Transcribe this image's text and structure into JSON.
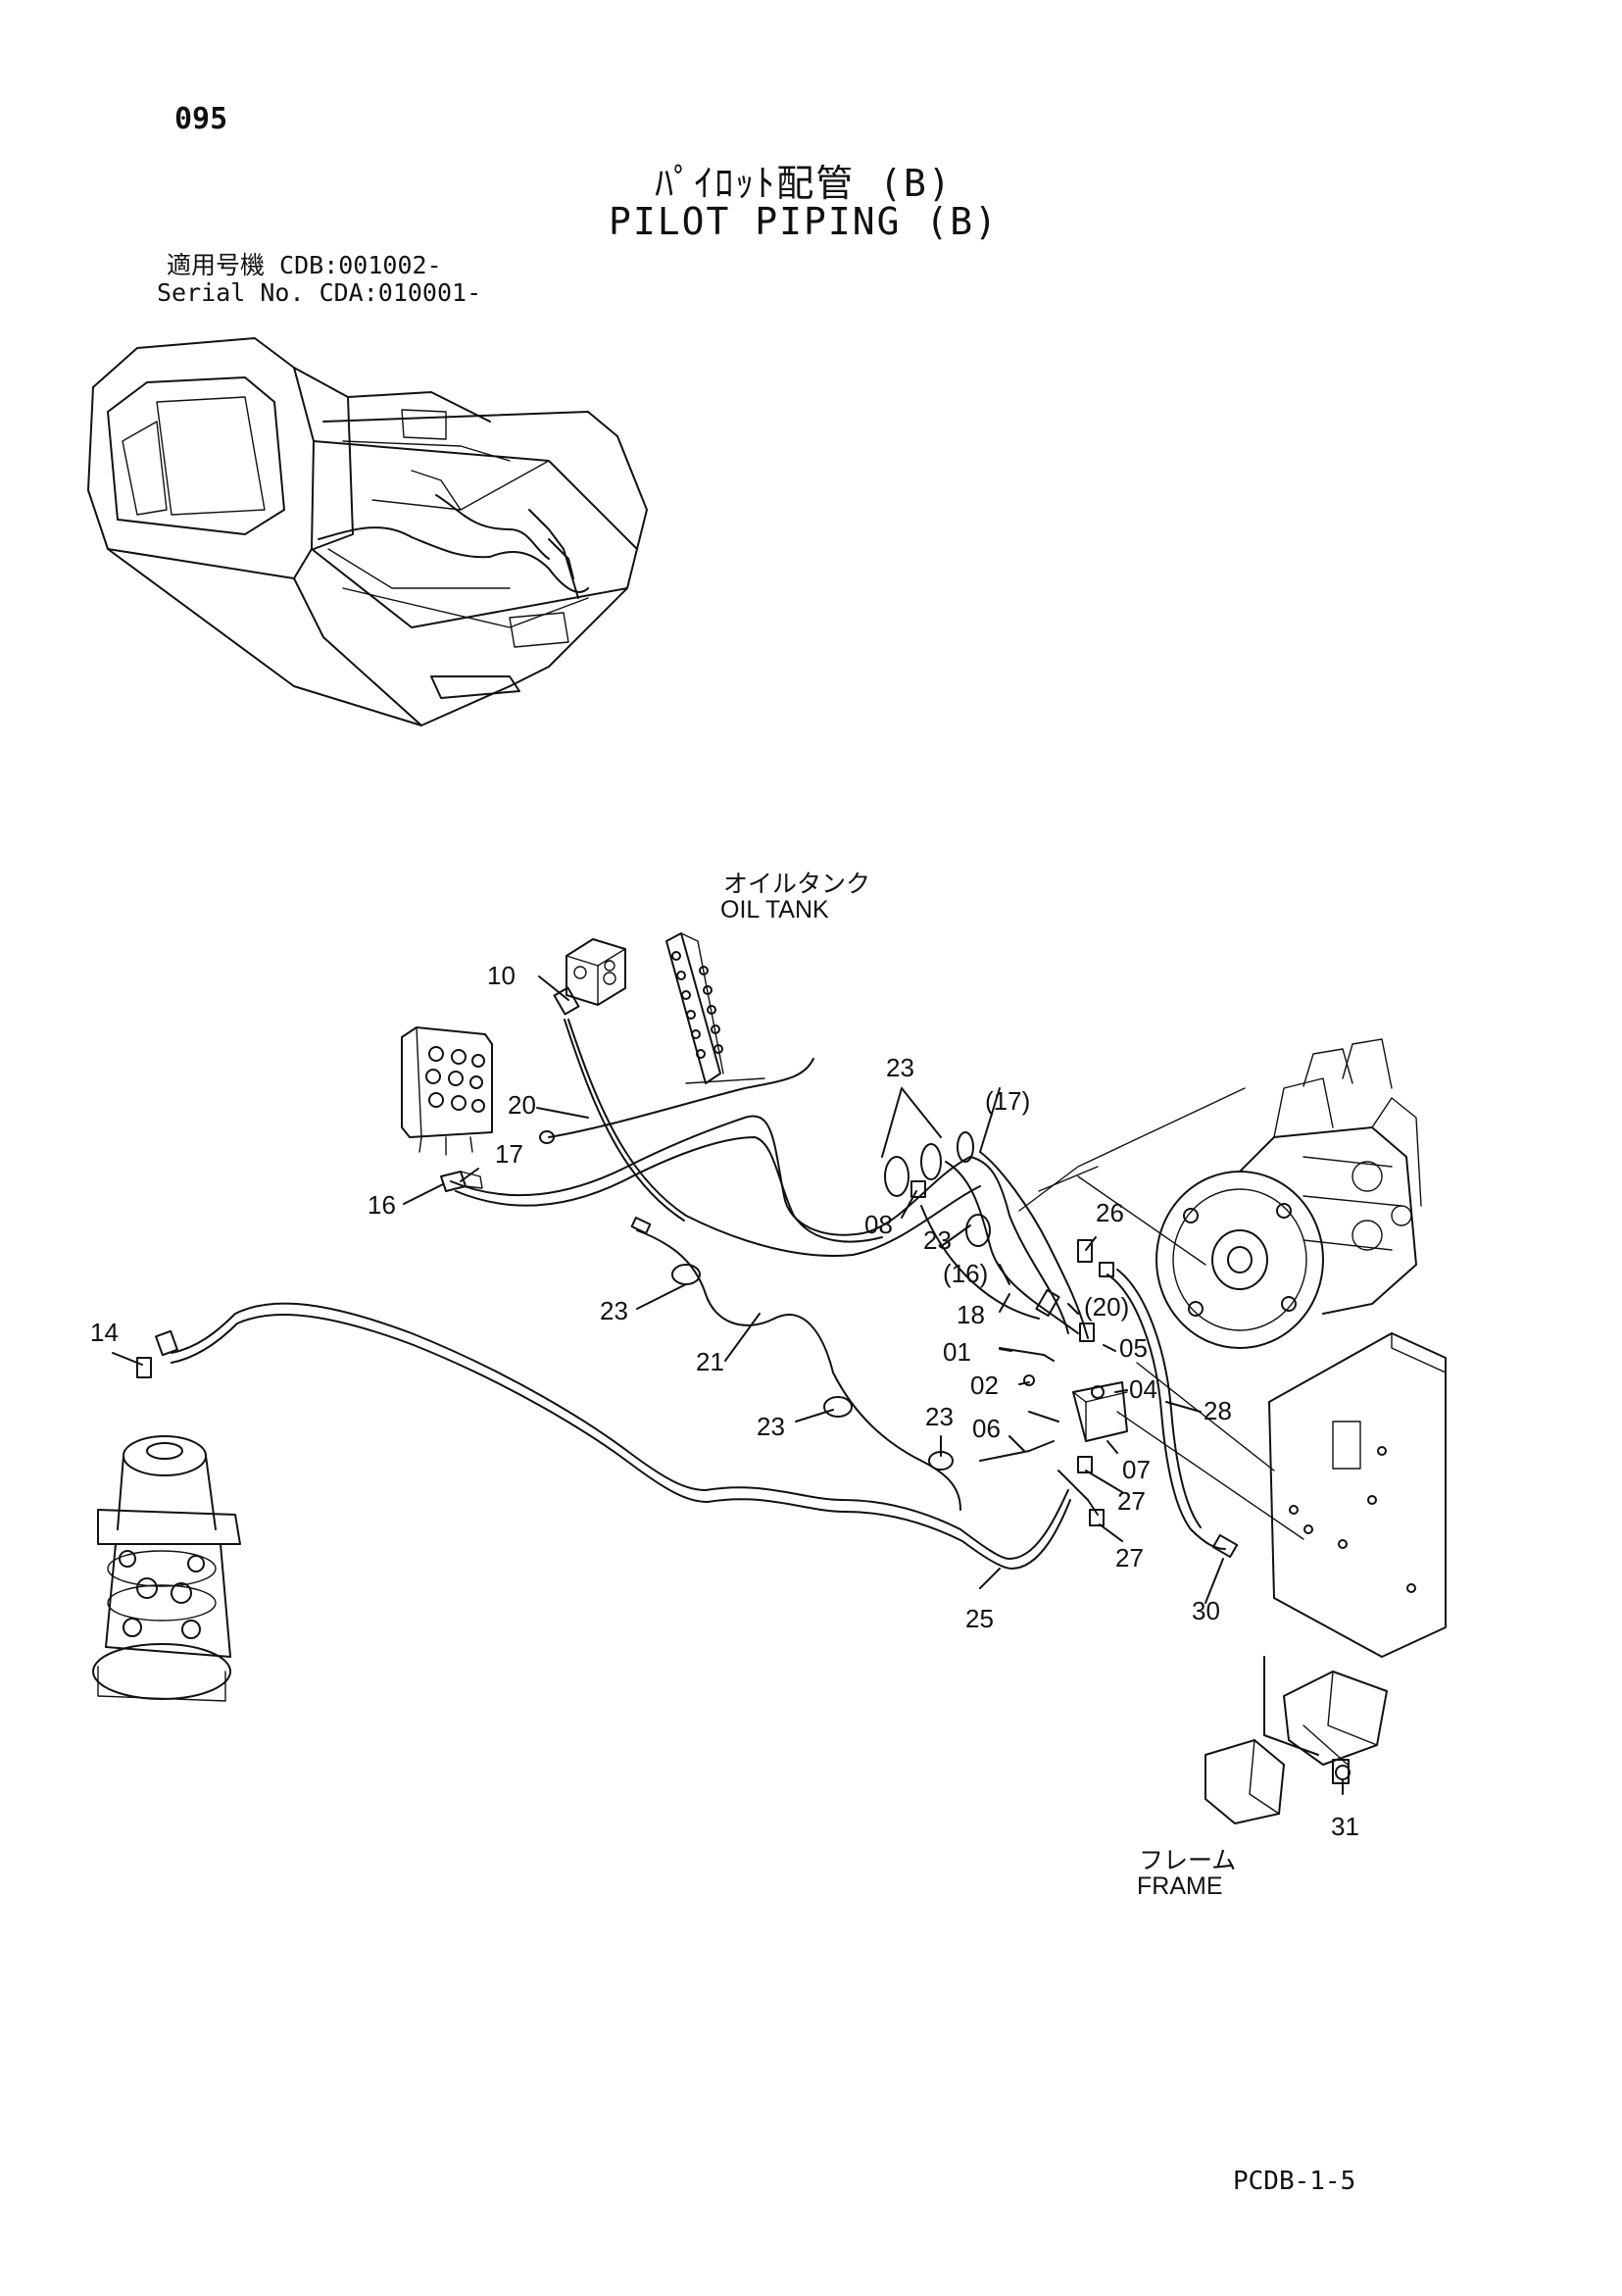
{
  "page_number": "095",
  "title_jp": "ﾊﾟｲﾛｯﾄ配管 (B)",
  "title_en": "PILOT PIPING (B)",
  "serial": {
    "line1": "適用号機  CDB:001002-",
    "line2": "Serial No. CDA:010001-"
  },
  "labels": {
    "oil_tank_jp": "オイルタンク",
    "oil_tank_en": "OIL TANK",
    "frame_jp": "フレーム",
    "frame_en": "FRAME"
  },
  "callouts": {
    "c10": "10",
    "c20a": "20",
    "c17a": "17",
    "c16a": "16",
    "c23top": "23",
    "c17paren": "(17)",
    "c08": "08",
    "c23b": "23",
    "c16paren": "(16)",
    "c26": "26",
    "c18": "18",
    "c20paren": "(20)",
    "c23c": "23",
    "c21": "21",
    "c14": "14",
    "c01": "01",
    "c05": "05",
    "c02": "02",
    "c04": "04",
    "c28": "28",
    "c23d": "23",
    "c23e": "23",
    "c06": "06",
    "c07": "07",
    "c27a": "27",
    "c27b": "27",
    "c30": "30",
    "c25": "25",
    "c31": "31"
  },
  "footer_code": "PCDB-1-5"
}
